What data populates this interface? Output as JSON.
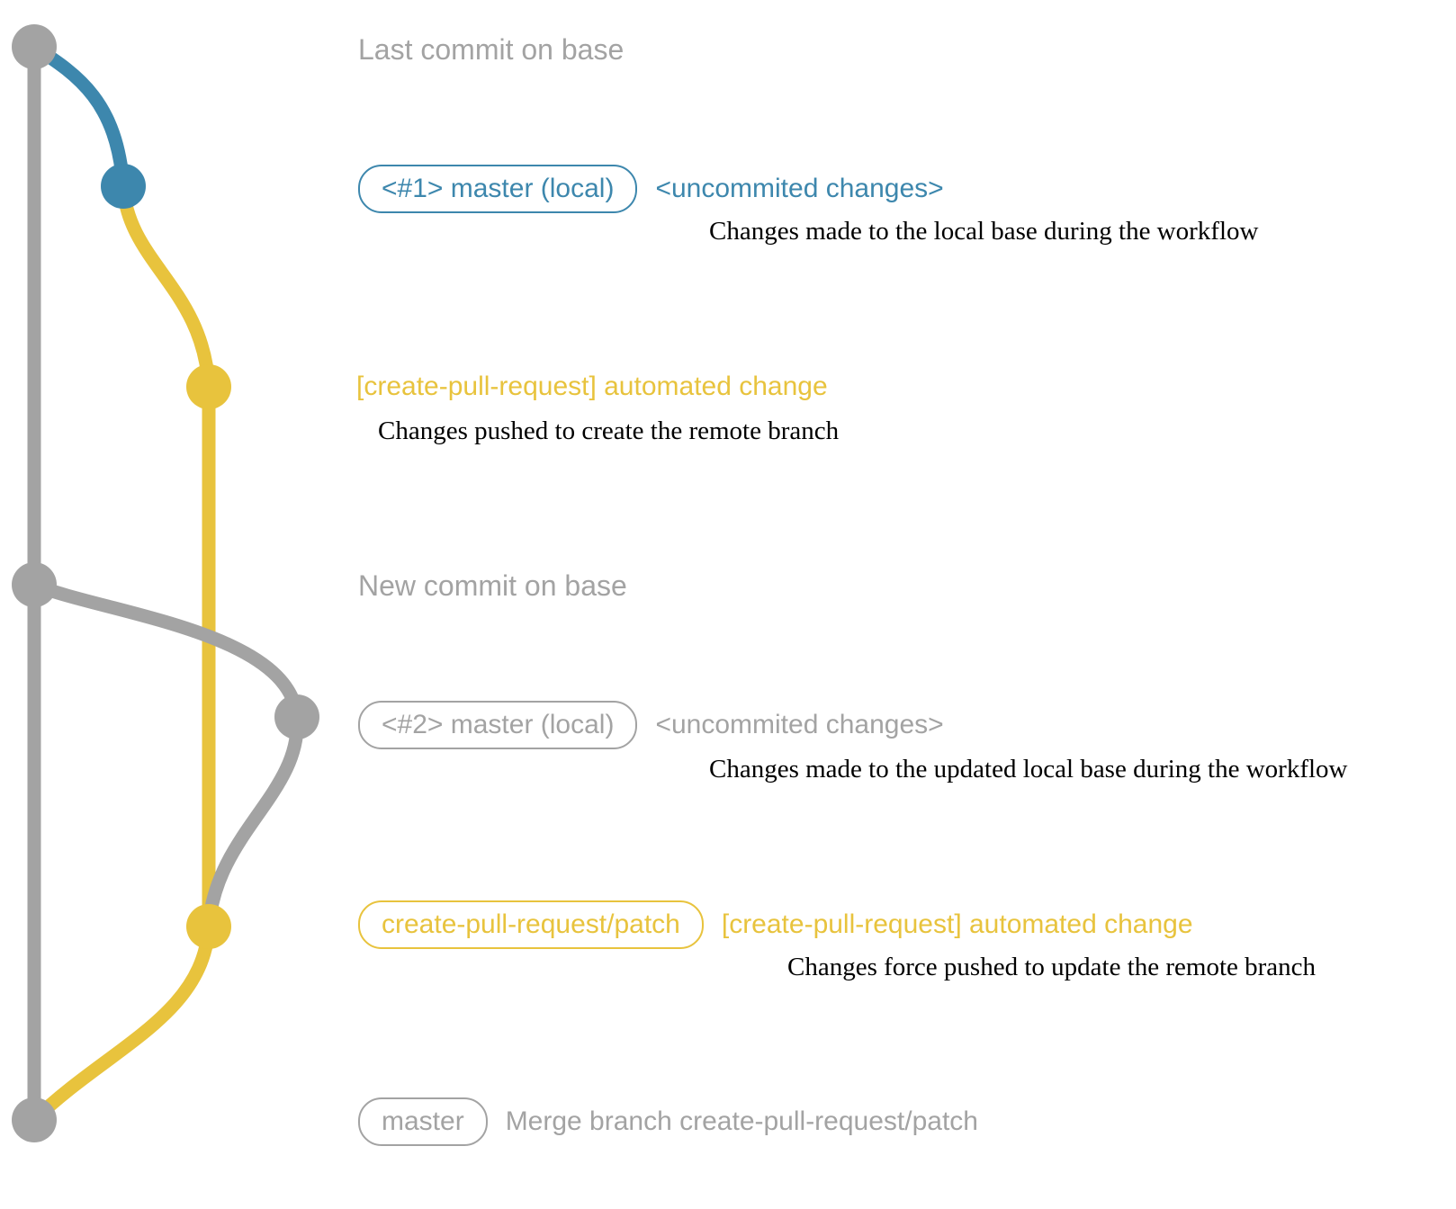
{
  "colors": {
    "gray": "#a3a3a3",
    "blue": "#3d87ad",
    "yellow": "#e8c33d",
    "text": "#000000"
  },
  "annotations": {
    "last_commit": {
      "label": "Last commit on base"
    },
    "commit1": {
      "badge": "<#1> master (local)",
      "title": "<uncommited changes>",
      "desc": "Changes made to the local base during the workflow"
    },
    "push1": {
      "title": "[create-pull-request] automated change",
      "desc": "Changes pushed to create the remote branch"
    },
    "new_commit": {
      "label": "New commit on base"
    },
    "commit2": {
      "badge": "<#2> master (local)",
      "title": "<uncommited changes>",
      "desc": "Changes made to the updated local base during the workflow"
    },
    "push2": {
      "badge": "create-pull-request/patch",
      "title": "[create-pull-request] automated change",
      "desc": "Changes force pushed to update the remote branch"
    },
    "merge": {
      "badge": "master",
      "title": "Merge branch create-pull-request/patch"
    }
  }
}
